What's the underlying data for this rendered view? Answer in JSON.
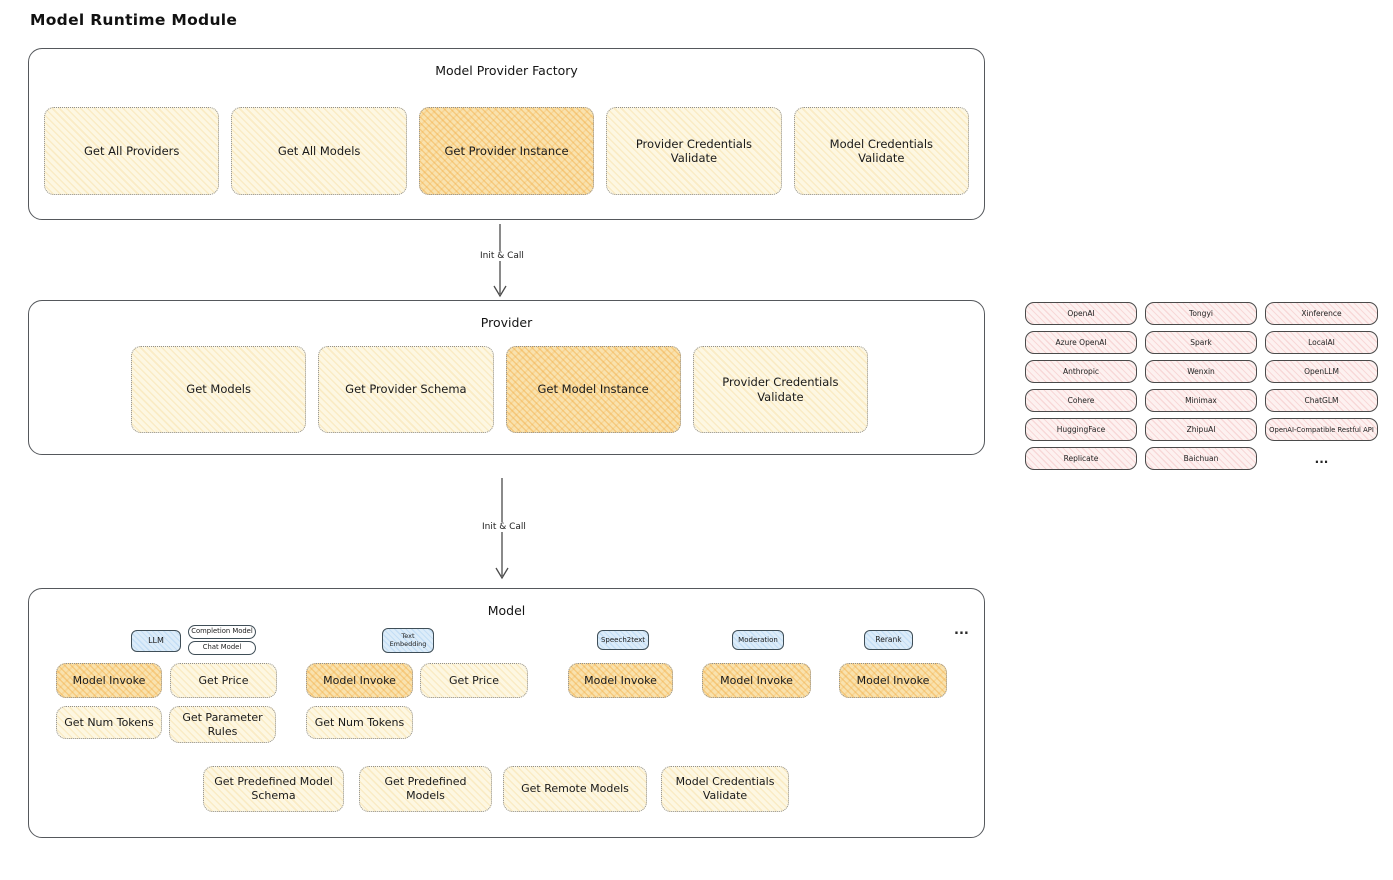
{
  "title": "Model Runtime Module",
  "colors": {
    "yellow_fill": "#fdf7e2",
    "orange_highlight": "#f9e2ae",
    "blue_pill": "#dcecf9",
    "pink_provider": "#fdf1f0",
    "border_dark": "#55585c"
  },
  "factory": {
    "title": "Model Provider Factory",
    "boxes": [
      {
        "label": "Get All Providers",
        "highlight": false
      },
      {
        "label": "Get All Models",
        "highlight": false
      },
      {
        "label": "Get Provider Instance",
        "highlight": true
      },
      {
        "label": "Provider Credentials Validate",
        "highlight": false
      },
      {
        "label": "Model Credentials Validate",
        "highlight": false
      }
    ]
  },
  "arrows": {
    "label_1": "Init & Call",
    "label_2": "Init & Call"
  },
  "provider": {
    "title": "Provider",
    "boxes": [
      {
        "label": "Get Models",
        "highlight": false
      },
      {
        "label": "Get Provider Schema",
        "highlight": false
      },
      {
        "label": "Get Model Instance",
        "highlight": true
      },
      {
        "label": "Provider Credentials Validate",
        "highlight": false
      }
    ]
  },
  "providers_grid": {
    "columns": [
      [
        "OpenAI",
        "Azure OpenAI",
        "Anthropic",
        "Cohere",
        "HuggingFace",
        "Replicate"
      ],
      [
        "Tongyi",
        "Spark",
        "Wenxin",
        "Minimax",
        "ZhipuAI",
        "Baichuan"
      ],
      [
        "Xinference",
        "LocalAI",
        "OpenLLM",
        "ChatGLM",
        "OpenAI-Compatible Restful API"
      ]
    ],
    "ellipsis": "..."
  },
  "model": {
    "title": "Model",
    "pills": {
      "llm": "LLM",
      "completion": "Completion Model",
      "chat": "Chat Model",
      "text_embedding": "Text Embedding",
      "speech2text": "Speech2text",
      "moderation": "Moderation",
      "rerank": "Rerank"
    },
    "more": "...",
    "llm_ops": [
      "Model Invoke",
      "Get Price",
      "Get Num Tokens",
      "Get Parameter Rules"
    ],
    "embedding_ops": [
      "Model Invoke",
      "Get Price",
      "Get Num Tokens"
    ],
    "speech2text_ops": [
      "Model Invoke"
    ],
    "moderation_ops": [
      "Model Invoke"
    ],
    "rerank_ops": [
      "Model Invoke"
    ],
    "common_ops": [
      "Get Predefined Model Schema",
      "Get Predefined Models",
      "Get Remote Models",
      "Model Credentials Validate"
    ]
  }
}
